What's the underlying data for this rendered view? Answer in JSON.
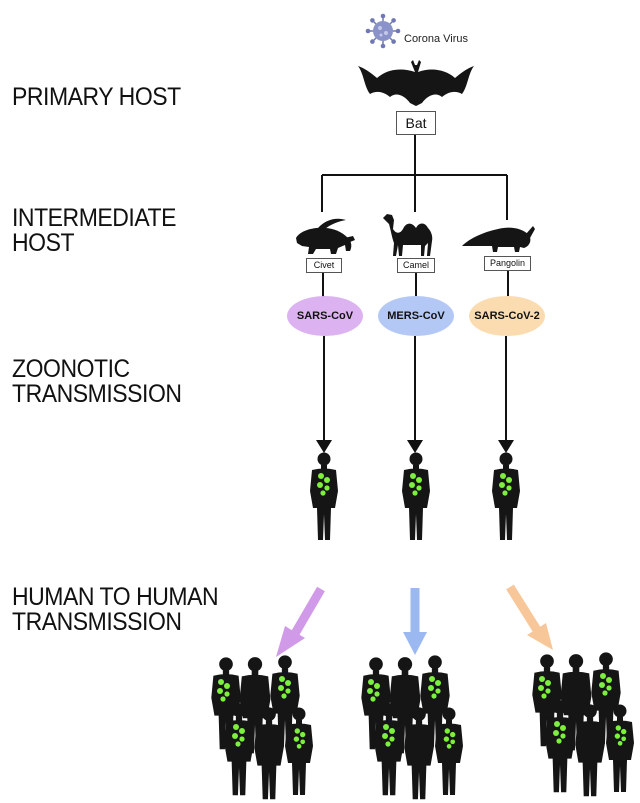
{
  "virus_label": "Corona Virus",
  "primary_host": {
    "label": "PRIMARY HOST",
    "animal": "Bat"
  },
  "intermediate": {
    "label_line1": "INTERMEDIATE",
    "label_line2": "HOST",
    "hosts": [
      {
        "animal": "Civet",
        "virus": "SARS-CoV"
      },
      {
        "animal": "Camel",
        "virus": "MERS-CoV"
      },
      {
        "animal": "Pangolin",
        "virus": "SARS-CoV-2"
      }
    ]
  },
  "zoonotic": {
    "label_line1": "ZOONOTIC",
    "label_line2": "TRANSMISSION"
  },
  "human_to_human": {
    "label_line1": "HUMAN TO HUMAN",
    "label_line2": "TRANSMISSION"
  },
  "colors": {
    "sars_cov": "#dcb3f0",
    "mers_cov": "#b3c8f5",
    "sars_cov_2": "#fbdcb0",
    "arrow_purple": "#d09ae8",
    "arrow_blue": "#9cb8f0",
    "arrow_orange": "#f7c79a",
    "infection": "#7cf03c",
    "silhouette": "#151515",
    "virus": "#8a93c9"
  },
  "icons": [
    "coronavirus-icon",
    "bat-icon",
    "civet-icon",
    "camel-icon",
    "pangolin-icon",
    "human-icon",
    "crowd-icon"
  ]
}
